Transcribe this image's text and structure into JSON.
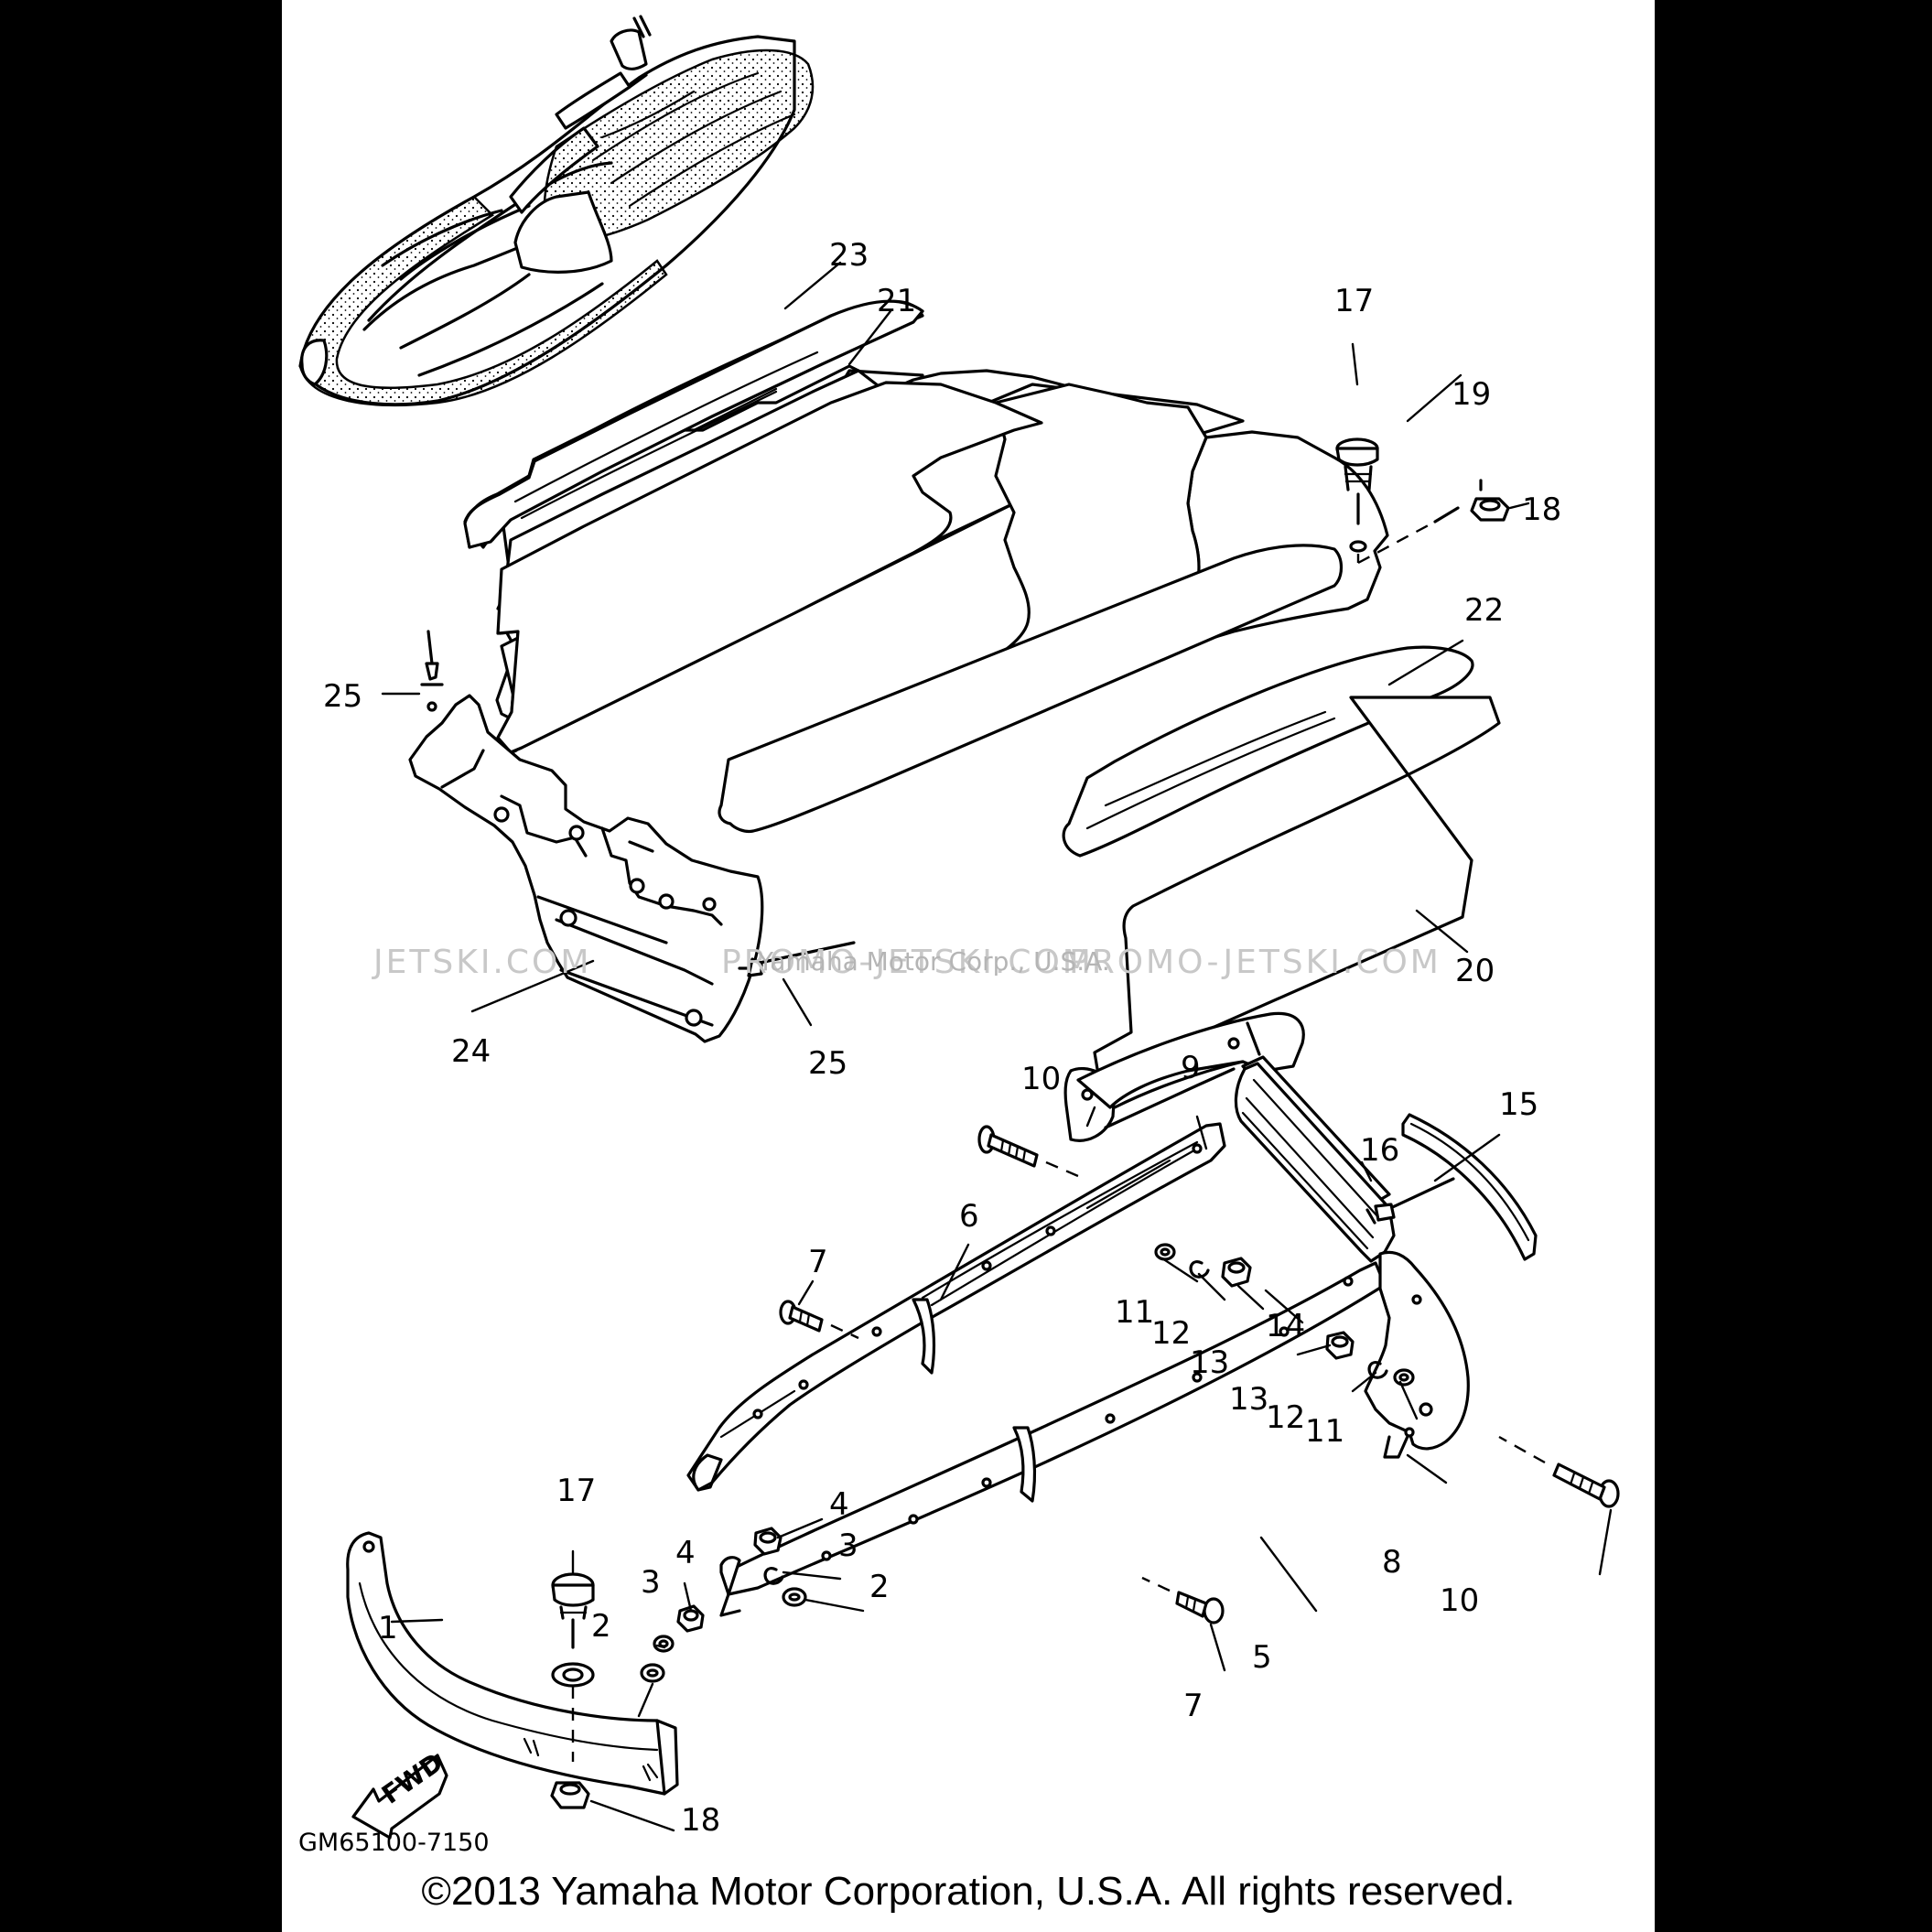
{
  "diagram_code": "GM65100-7150",
  "fwd_label": "FWD",
  "copyright": "©2013 Yamaha Motor Corporation, U.S.A. All rights reserved.",
  "watermark": {
    "left": "JETSKI.COM",
    "center": "PROMO-JETSKI.COM",
    "right": "PROMO-JETSKI.COM",
    "overlay": "Yamaha Motor Corp., U.S.A."
  },
  "callouts": {
    "c1": "1",
    "c2a": "2",
    "c2b": "2",
    "c3a": "3",
    "c3b": "3",
    "c4a": "4",
    "c4b": "4",
    "c5": "5",
    "c6": "6",
    "c7a": "7",
    "c7b": "7",
    "c8": "8",
    "c9": "9",
    "c10a": "10",
    "c10b": "10",
    "c11a": "11",
    "c11b": "11",
    "c12a": "12",
    "c12b": "12",
    "c13a": "13",
    "c13b": "13",
    "c14": "14",
    "c15": "15",
    "c16": "16",
    "c17a": "17",
    "c17b": "17",
    "c18a": "18",
    "c18b": "18",
    "c19": "19",
    "c20": "20",
    "c21": "21",
    "c22": "22",
    "c23": "23",
    "c24": "24",
    "c25a": "25",
    "c25b": "25"
  }
}
